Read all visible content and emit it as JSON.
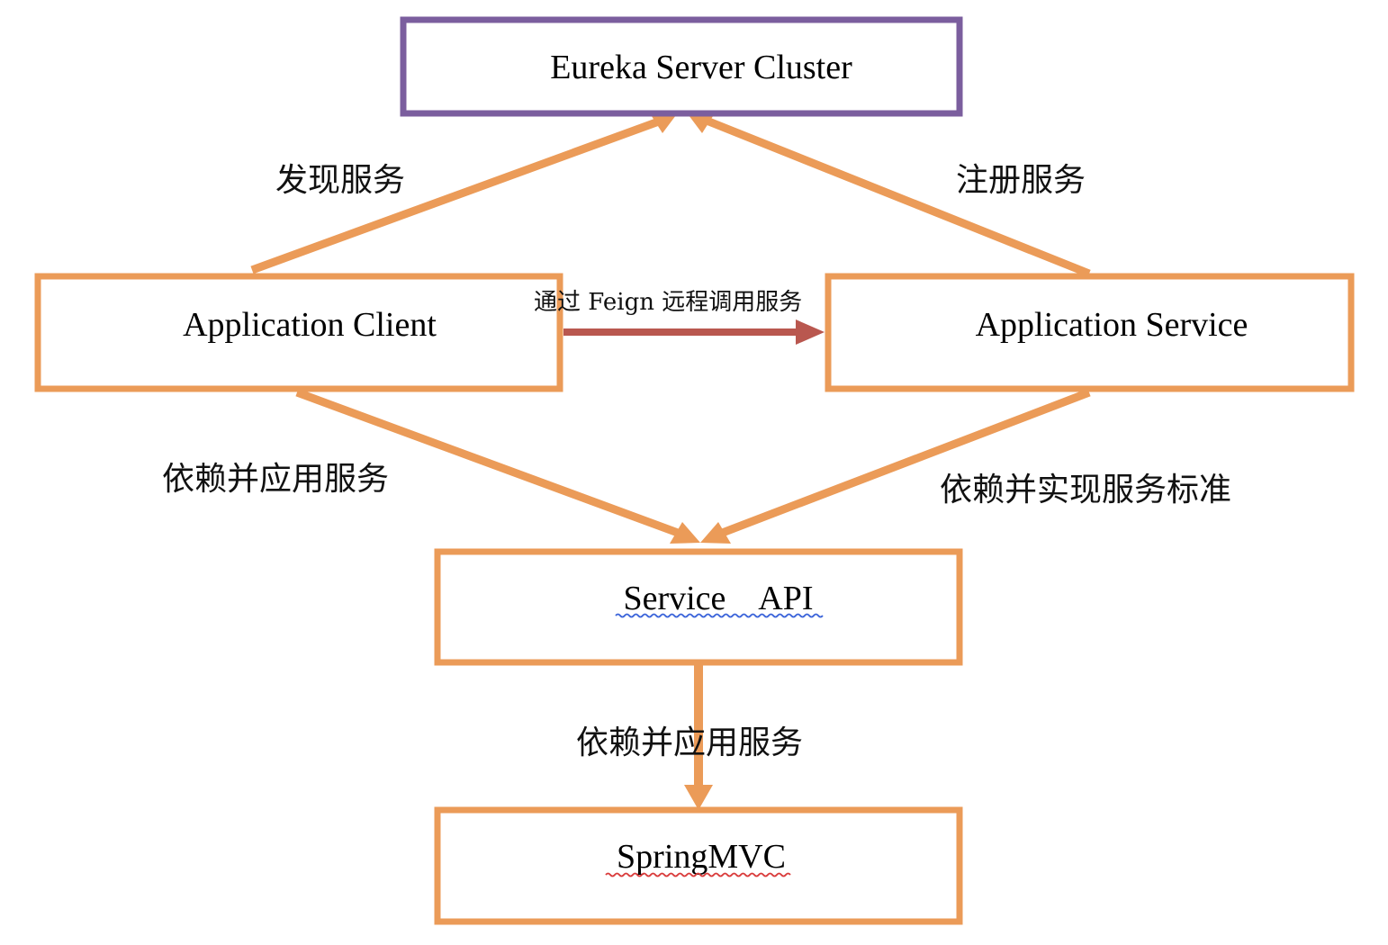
{
  "colors": {
    "eureka_border": "#7B5E9E",
    "box_border": "#EB9B58",
    "edge": "#EB9B58",
    "feign_arrow": "#B9574F",
    "spell_blue": "#3A63D9",
    "spell_red": "#D93A3A"
  },
  "nodes": {
    "eureka": {
      "label": "Eureka Server Cluster"
    },
    "client": {
      "label": "Application Client"
    },
    "service": {
      "label": "Application Service"
    },
    "api": {
      "label": "Service    API"
    },
    "mvc": {
      "label": "SpringMVC"
    }
  },
  "edges": {
    "discover": {
      "label": "发现服务"
    },
    "register": {
      "label": "注册服务"
    },
    "feign": {
      "label": "通过 Feign 远程调用服务"
    },
    "client_api": {
      "label": "依赖并应用服务"
    },
    "service_api": {
      "label": "依赖并实现服务标准"
    },
    "api_mvc": {
      "label": "依赖并应用服务"
    }
  }
}
